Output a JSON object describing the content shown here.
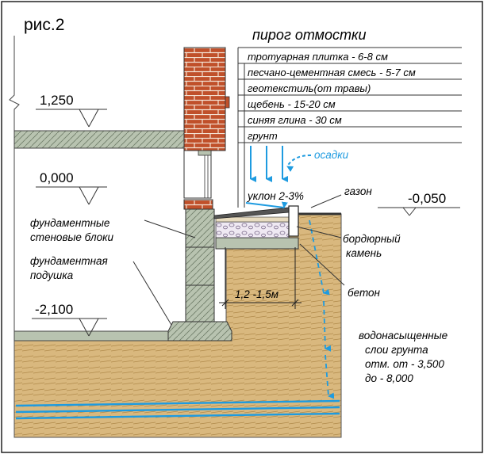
{
  "figure_label": "рис.2",
  "pie": {
    "title": "пирог отмостки",
    "layers": [
      "тротуарная плитка - 6-8 см",
      "песчано-цементная смесь - 5-7 см",
      "геотекстиль(от травы)",
      "щебень - 15-20 см",
      "синяя глина - 30 см",
      "грунт"
    ]
  },
  "levels": {
    "floor": "1,250",
    "zero": "0,000",
    "right": "-0,050",
    "footing": "-2,100"
  },
  "labels": {
    "precipitation": "осадки",
    "slope": "уклон 2-3%",
    "lawn": "газон",
    "wall_blocks": [
      "фундаментные",
      "стеновые блоки"
    ],
    "cushion": [
      "фундаментная",
      "подушка"
    ],
    "curb": [
      "бордюрный",
      "камень"
    ],
    "concrete": "бетон",
    "width": "1,2 -1,5м",
    "groundwater": [
      "водонасыщенные",
      "слои грунта",
      "отм. от  - 3,500",
      "до  - 8,000"
    ]
  },
  "colors": {
    "brick": "#c0502a",
    "soil": "#d9b87e",
    "concrete": "#b8c3b0",
    "water": "#1e9be0",
    "tile": "#555555"
  }
}
